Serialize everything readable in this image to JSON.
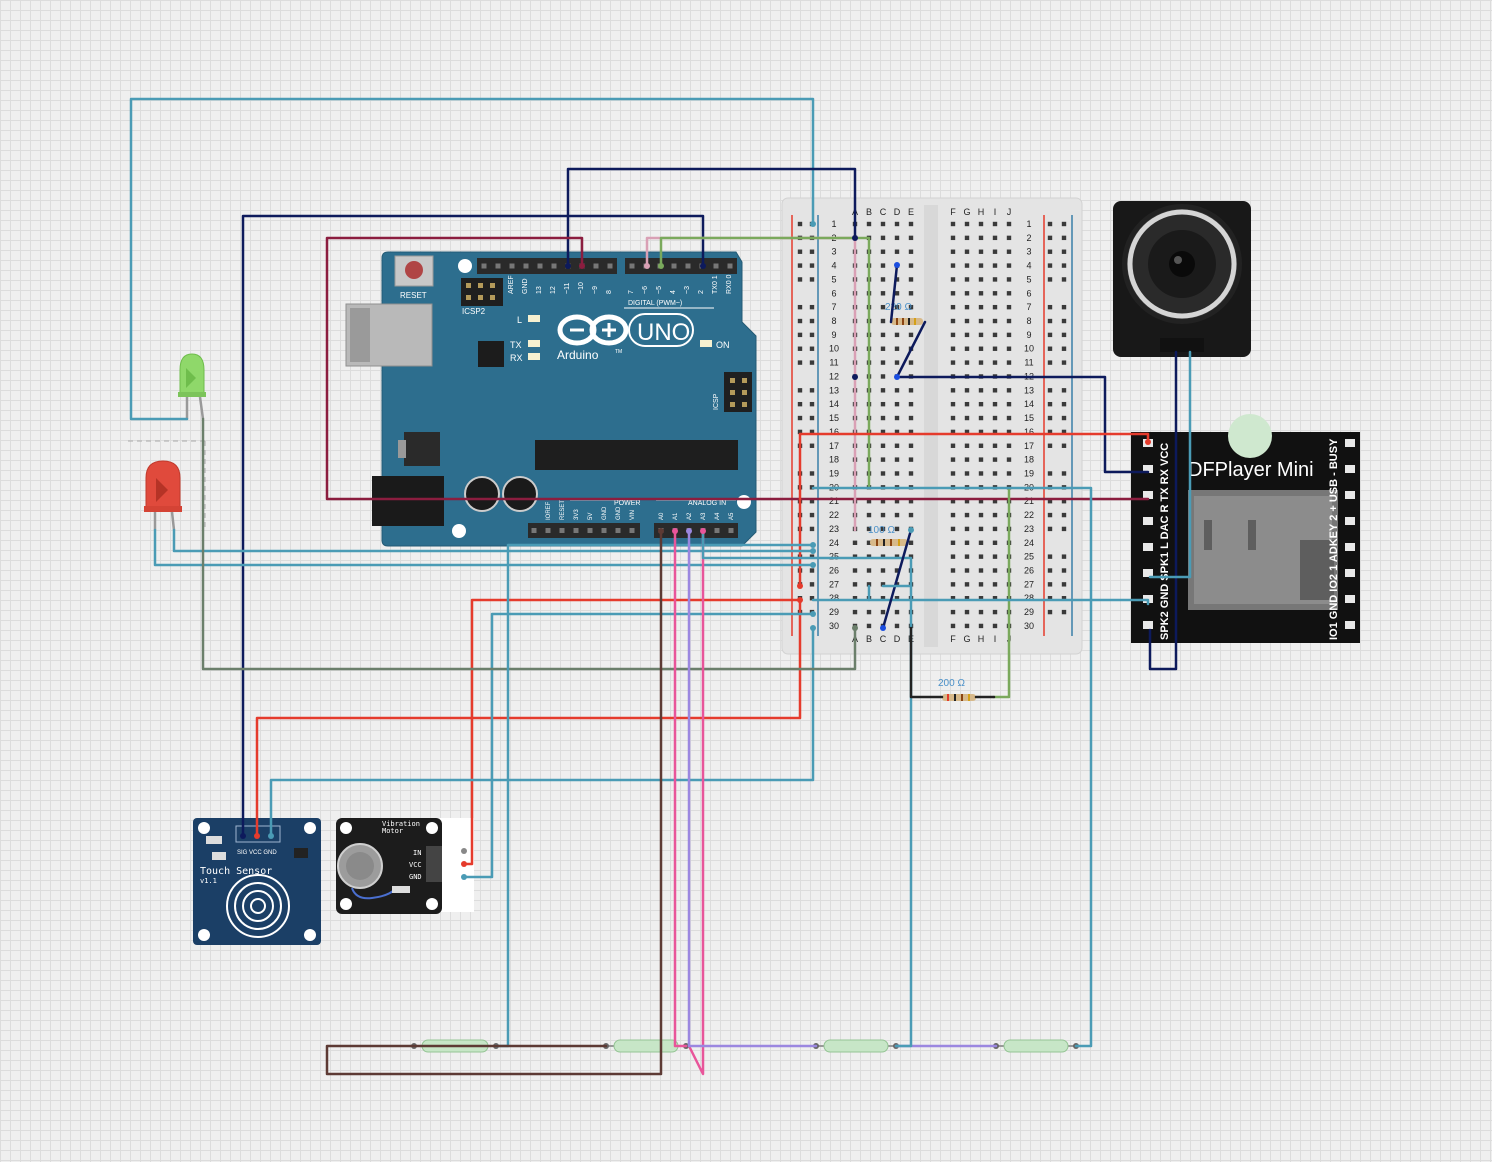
{
  "arduino": {
    "brand_uno": "UNO",
    "brand_name": "Arduino",
    "tm": "TM",
    "reset_label": "RESET",
    "icsp2_label": "ICSP2",
    "icsp_label": "ICSP",
    "led_l": "L",
    "led_tx": "TX",
    "led_rx": "RX",
    "led_on": "ON",
    "digital_label": "DIGITAL (PWM~)",
    "power_label": "POWER",
    "analog_label": "ANALOG IN",
    "top_pins": [
      "AREF",
      "GND",
      "13",
      "12",
      "~11",
      "~10",
      "~9",
      "8",
      "7",
      "~6",
      "~5",
      "4",
      "~3",
      "2",
      "TX0 1",
      "RX0 0"
    ],
    "power_pins": [
      "IOREF",
      "RESET",
      "3V3",
      "5V",
      "GND",
      "GND",
      "VIN"
    ],
    "analog_pins": [
      "A0",
      "A1",
      "A2",
      "A3",
      "A4",
      "A5"
    ]
  },
  "breadboard": {
    "cols_left": [
      "A",
      "B",
      "C",
      "D",
      "E"
    ],
    "cols_right": [
      "F",
      "G",
      "H",
      "I",
      "J"
    ],
    "row_count": 30
  },
  "resistors": [
    {
      "label": "220 Ω"
    },
    {
      "label": "100 Ω"
    },
    {
      "label": "200 Ω"
    }
  ],
  "dfplayer": {
    "title": "DFPlayer Mini",
    "left_pins": "SPK2 GND SPK1 L DAC R TX RX VCC",
    "right_pins": "IO1 GND IO2 1 ADKEY 2 + USB - BUSY"
  },
  "touch": {
    "title": "Touch Sensor",
    "version": "v1.1",
    "pins": "SIG VCC GND"
  },
  "vibration": {
    "title_1": "Vibration",
    "title_2": "Motor",
    "pin_in": "IN",
    "pin_vcc": "VCC",
    "pin_gnd": "GND"
  },
  "colors": {
    "wire_blue": "#4a9bb5",
    "wire_navy": "#0d1a5c",
    "wire_red": "#e53b2c",
    "wire_maroon": "#8b1d3f",
    "wire_green": "#7aa95c",
    "wire_pink": "#e8559a",
    "wire_purple": "#9b87e0",
    "wire_brown": "#5d3a34",
    "wire_gray": "#6b7f6b",
    "arduino_board": "#2d6e8e",
    "dfplayer_board": "#111111"
  }
}
